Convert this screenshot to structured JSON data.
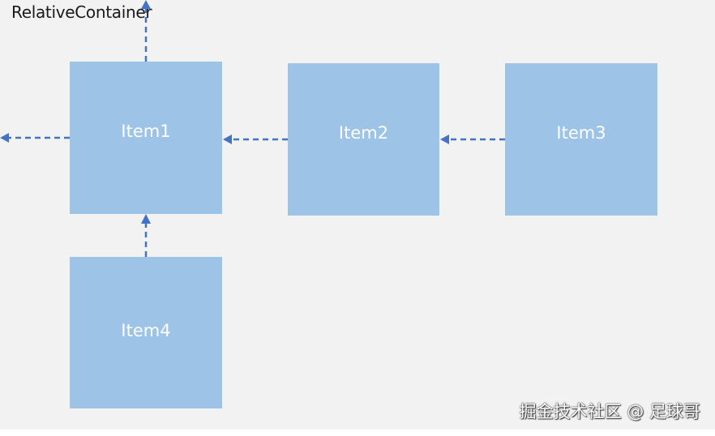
{
  "container": {
    "label": "RelativeContainer"
  },
  "items": [
    {
      "id": "item1",
      "label": "Item1"
    },
    {
      "id": "item2",
      "label": "Item2"
    },
    {
      "id": "item3",
      "label": "Item3"
    },
    {
      "id": "item4",
      "label": "Item4"
    }
  ],
  "watermark": "掘金技术社区 @ 足球哥",
  "colors": {
    "background": "#f2f2f2",
    "item_fill": "#9dc3e6",
    "arrow": "#4472c4",
    "item_text": "#ffffff"
  }
}
